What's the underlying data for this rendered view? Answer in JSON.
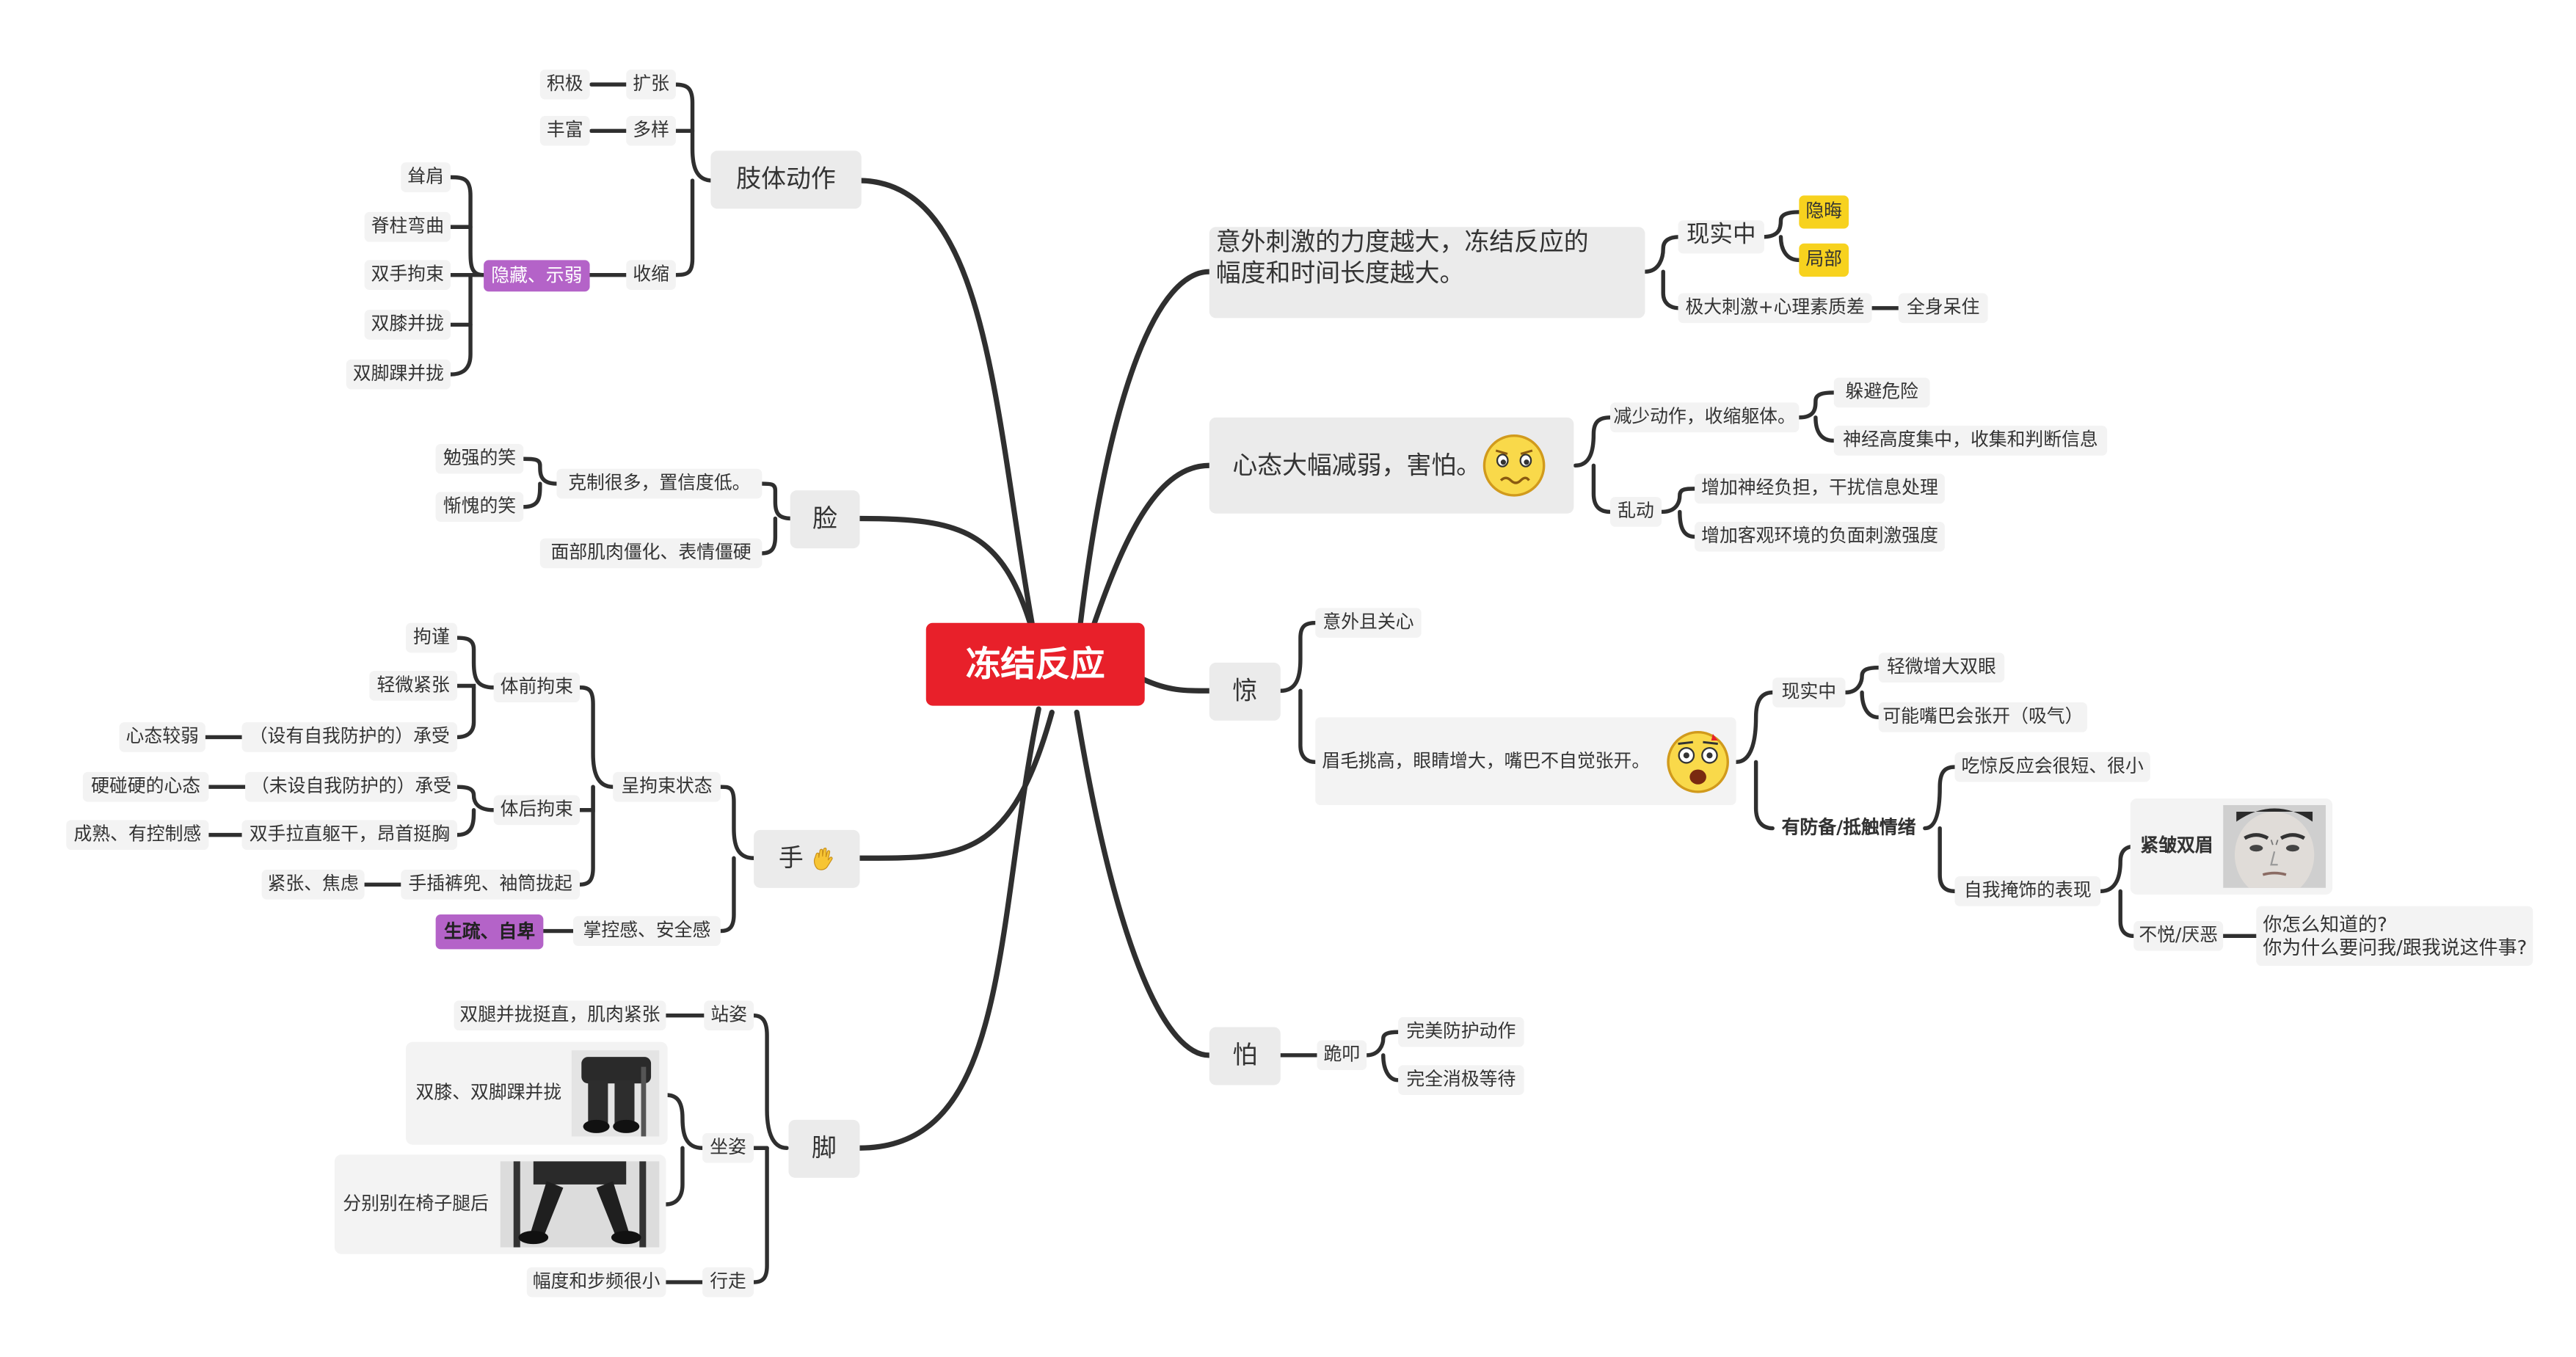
{
  "colors": {
    "central": "#e8202a",
    "line": "#2f2f2f",
    "highlight_yellow": "#f7d21e",
    "highlight_purple": "#b463c8",
    "node_bg": "#ebebeb"
  },
  "central": "冻结反应",
  "limbs": {
    "title": "肢体动作",
    "expand": {
      "label": "扩张",
      "child": "积极"
    },
    "diverse": {
      "label": "多样",
      "child": "丰富"
    },
    "shrink": {
      "label": "收缩",
      "tag": "隐藏、示弱",
      "items": [
        "耸肩",
        "脊柱弯曲",
        "双手拘束",
        "双膝并拢",
        "双脚踝并拢"
      ]
    }
  },
  "face": {
    "title": "脸",
    "restrain": {
      "label": "克制很多，置信度低。",
      "items": [
        "勉强的笑",
        "惭愧的笑"
      ]
    },
    "stiff": "面部肌肉僵化、表情僵硬"
  },
  "hand": {
    "title": "手",
    "hand_icon": "waving-hand-icon",
    "restraint": {
      "label": "呈拘束状态",
      "front": {
        "label": "体前拘束",
        "items": [
          "拘谨",
          "轻微紧张"
        ],
        "accept": "（设有自我防护的）承受",
        "accept_child": "心态较弱"
      },
      "back": {
        "label": "体后拘束",
        "accept": "（未设自我防护的）承受",
        "accept_child": "硬碰硬的心态",
        "pull": "双手拉直躯干，昂首挺胸",
        "pull_child": "成熟、有控制感"
      },
      "pocket": "手插裤兜、袖筒拢起",
      "pocket_child": "紧张、焦虑"
    },
    "control": {
      "label": "掌控感、安全感",
      "tag": "生疏、自卑"
    }
  },
  "foot": {
    "title": "脚",
    "stand": {
      "label": "站姿",
      "child": "双腿并拢挺直，肌肉紧张"
    },
    "sit": {
      "label": "坐姿",
      "items": [
        "双膝、双脚踝并拢",
        "分别别在椅子腿后"
      ]
    },
    "walk": {
      "label": "行走",
      "child": "幅度和步频很小"
    }
  },
  "intensity": {
    "line1": "意外刺激的力度越大，冻结反应的",
    "line2": "幅度和时间长度越大。",
    "reality": {
      "label": "现实中",
      "tags": [
        "隐晦",
        "局部"
      ]
    },
    "extreme": {
      "label": "极大刺激+心理素质差",
      "child": "全身呆住"
    }
  },
  "mentality": {
    "label": "心态大幅减弱，害怕。",
    "emoji": "worried-face-icon",
    "reduce": {
      "label": "减少动作，收缩躯体。",
      "items": [
        "躲避危险",
        "神经高度集中，收集和判断信息"
      ]
    },
    "chaos": {
      "label": "乱动",
      "items": [
        "增加神经负担，干扰信息处理",
        "增加客观环境的负面刺激强度"
      ]
    }
  },
  "surprise": {
    "title": "惊",
    "unexpected": "意外且关心",
    "brows": "眉毛挑高，眼睛增大，嘴巴不自觉张开。",
    "emoji": "shocked-face-icon",
    "reality": {
      "label": "现实中",
      "items": [
        "轻微增大双眼",
        "可能嘴巴会张开（吸气）"
      ]
    },
    "prepared": {
      "label": "有防备/抵触情绪",
      "short": "吃惊反应会很短、很小",
      "disguise": {
        "label": "自我掩饰的表现",
        "frown": "紧皱双眉",
        "displeasure": "不悦/厌恶",
        "questions": [
          "你怎么知道的?",
          "你为什么要问我/跟我说这件事?"
        ]
      }
    }
  },
  "fear": {
    "title": "怕",
    "kneel": {
      "label": "跪叩",
      "items": [
        "完美防护动作",
        "完全消极等待"
      ]
    }
  }
}
